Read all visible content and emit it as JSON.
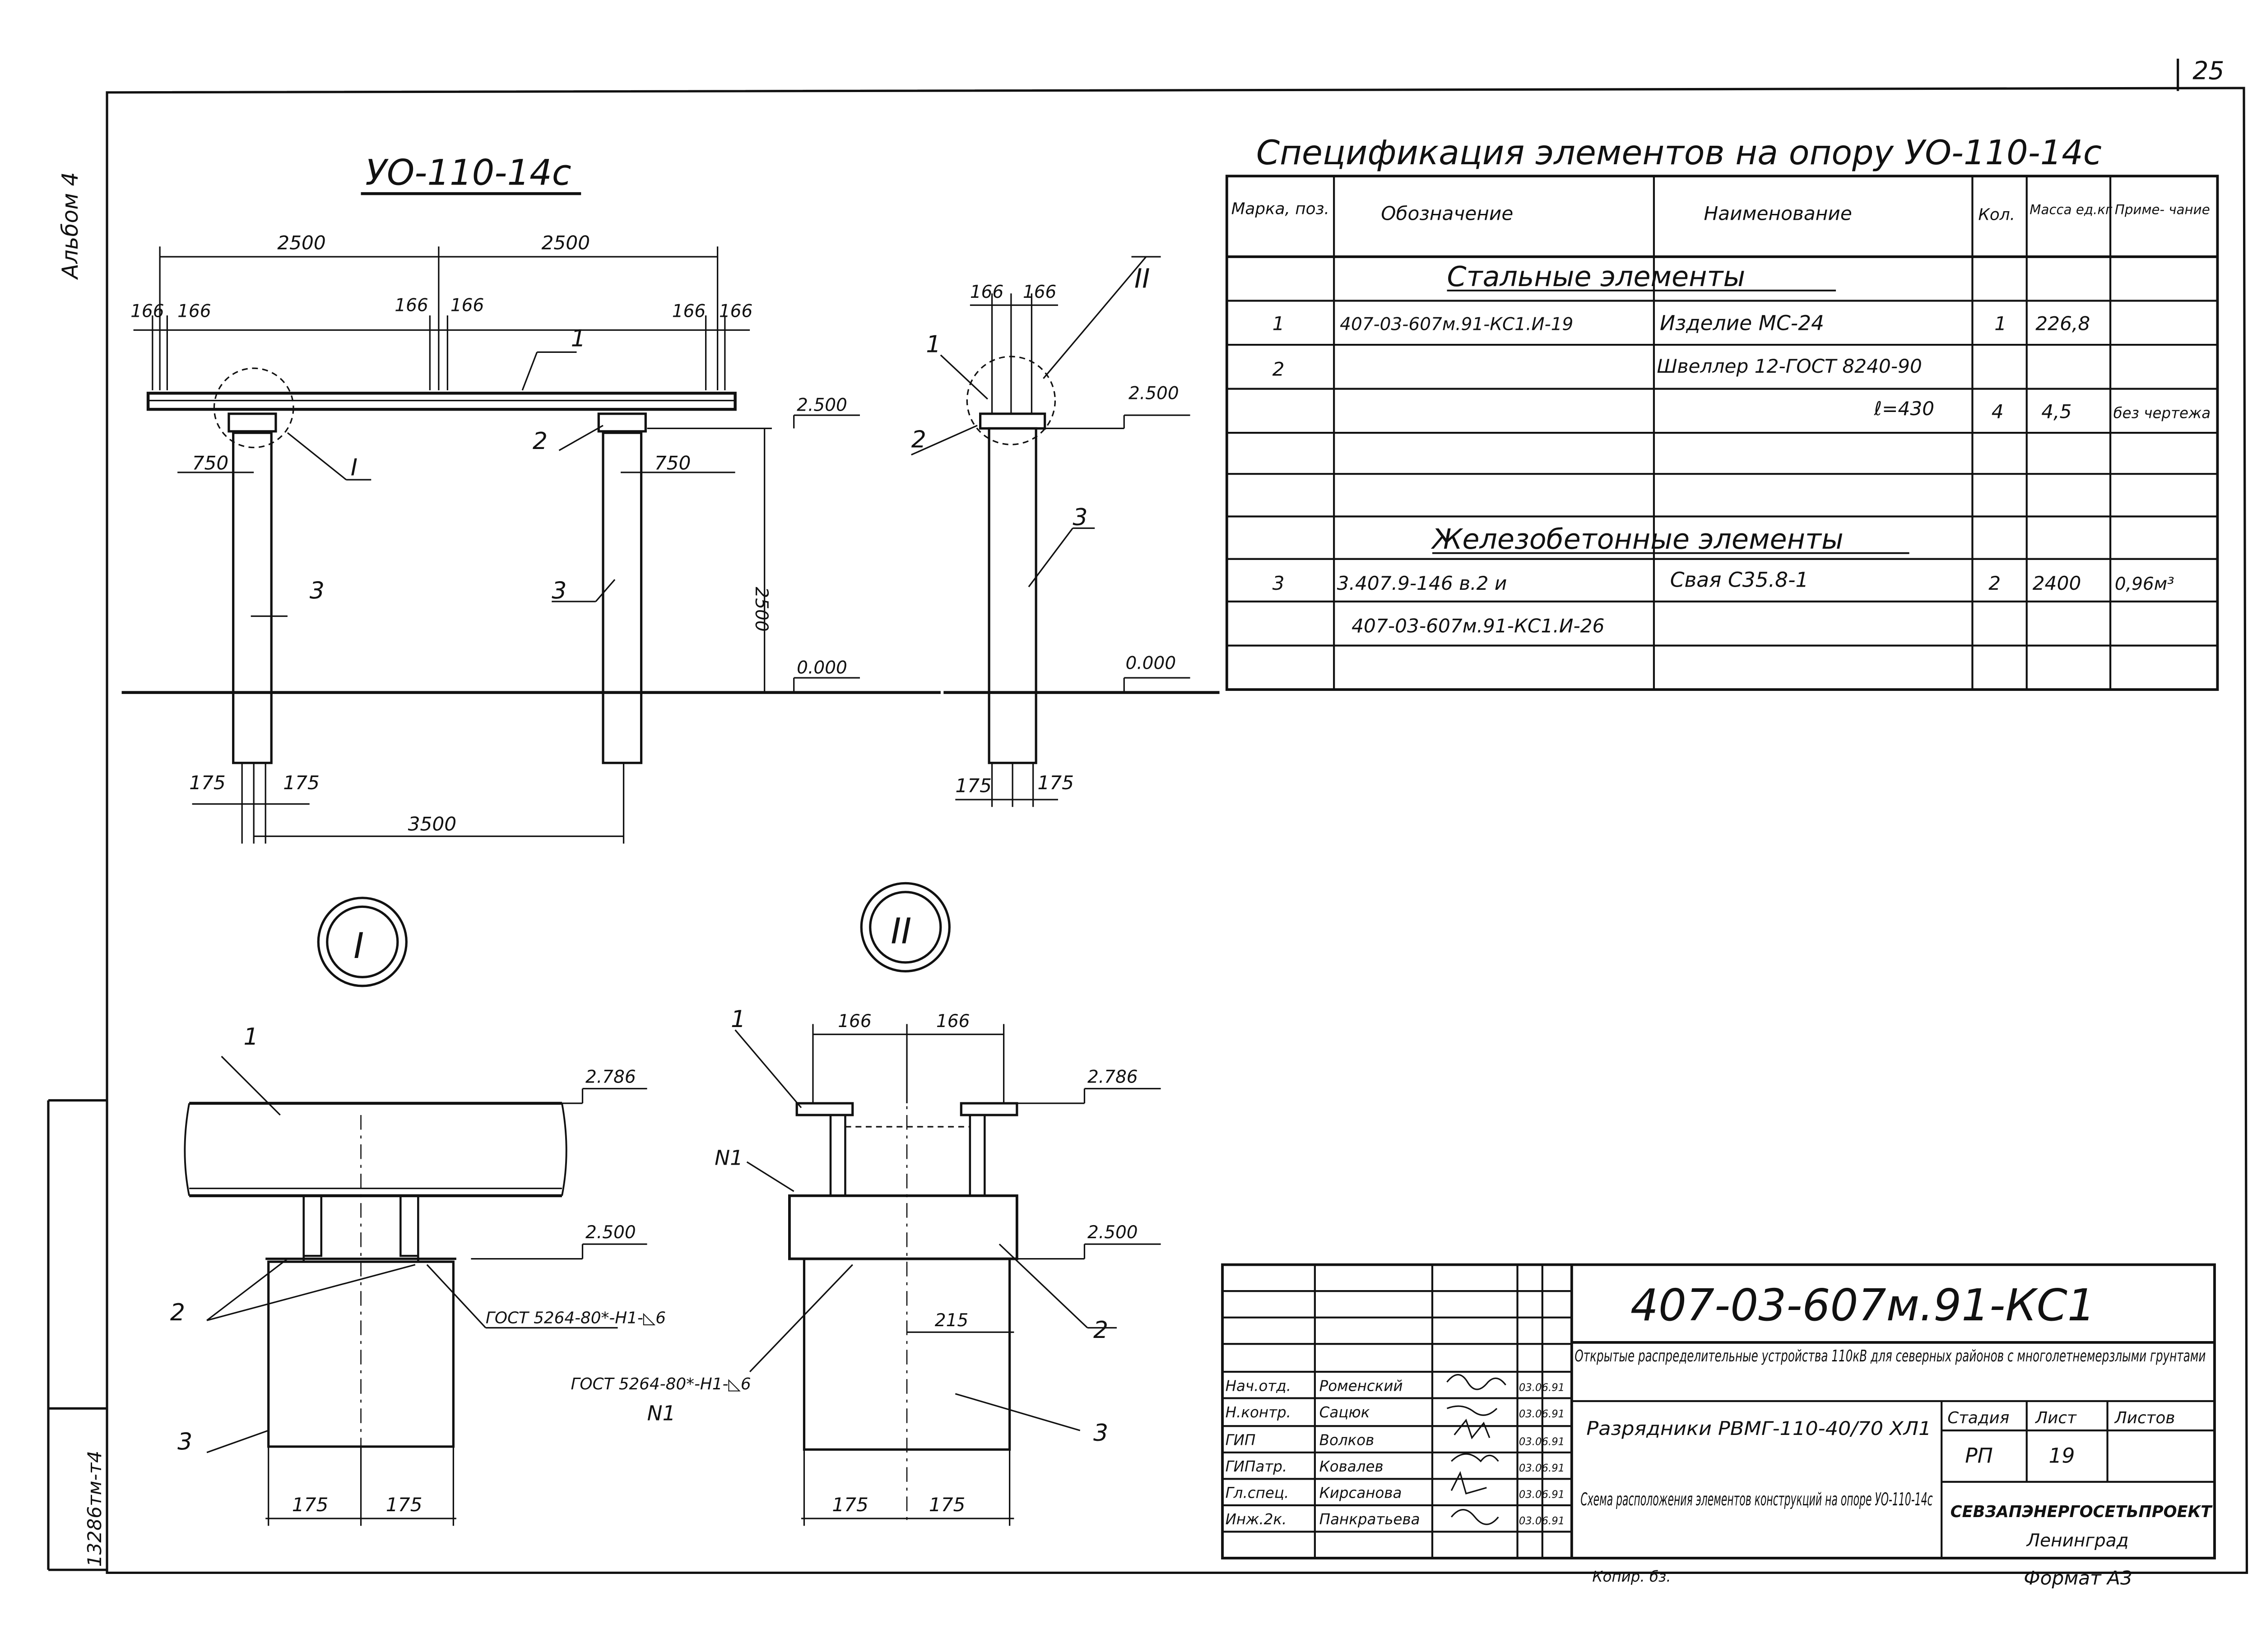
{
  "page_number": "25",
  "album_label": "Альбом 4",
  "side_stamp": "13286тм-т4",
  "main_view": {
    "title": "УО-110-14с",
    "dims": {
      "span_left": "2500",
      "span_right": "2500",
      "pitch_1": "166",
      "pitch_2": "166",
      "pitch_3": "166",
      "pitch_4": "166",
      "pitch_5": "166",
      "pitch_6": "166",
      "overhang_left": "750",
      "overhang_right": "750",
      "height": "2500",
      "pile_a": "175",
      "pile_b": "175",
      "base": "3500"
    },
    "levels": {
      "top": "2.500",
      "ground": "0.000"
    },
    "marks": {
      "m1": "1",
      "m2": "2",
      "m3a": "3",
      "m3b": "3",
      "callout": "I"
    }
  },
  "side_view": {
    "dims": {
      "pitch_a": "166",
      "pitch_b": "166",
      "pile_a": "175",
      "pile_b": "175"
    },
    "levels": {
      "top": "2.500",
      "ground": "0.000"
    },
    "marks": {
      "m1": "1",
      "m2": "2",
      "m3": "3",
      "callout": "II"
    }
  },
  "detail_1": {
    "label": "I",
    "levels": {
      "top": "2.786",
      "mid": "2.500"
    },
    "weld_note": "ГОСТ 5264-80*-Н1-◺6",
    "marks": {
      "m1": "1",
      "m2": "2",
      "m3": "3"
    },
    "dims": {
      "a": "175",
      "b": "175"
    }
  },
  "detail_2": {
    "label": "II",
    "levels": {
      "top": "2.786",
      "mid": "2.500"
    },
    "weld_note": "ГОСТ 5264-80*-Н1-◺6",
    "weld_mark": "N1",
    "weld_mark_2": "N1",
    "marks": {
      "m1": "1",
      "m2": "2",
      "m3": "3"
    },
    "dims": {
      "top_a": "166",
      "top_b": "166",
      "offset": "215",
      "a": "175",
      "b": "175"
    }
  },
  "spec": {
    "title": "Спецификация элементов на опору УО-110-14с",
    "headers": [
      "Марка, поз.",
      "Обозначение",
      "Наименование",
      "Кол.",
      "Масса ед.кг",
      "Приме- чание"
    ],
    "section_steel": "Стальные элементы",
    "section_concrete": "Железобетонные элементы",
    "rows": [
      {
        "mark": "1",
        "desig": "407-03-607м.91-КС1.И-19",
        "name": "Изделие МС-24",
        "qty": "1",
        "mass": "226,8",
        "note": ""
      },
      {
        "mark": "2",
        "desig": "",
        "name": "Швеллер 12-ГОСТ 8240-90",
        "qty": "",
        "mass": "",
        "note": ""
      },
      {
        "mark": "",
        "desig": "",
        "name": "ℓ=430",
        "qty": "4",
        "mass": "4,5",
        "note": "без чертежа"
      },
      {
        "mark": "3",
        "desig": "3.407.9-146 в.2 и",
        "name": "Свая С35.8-1",
        "qty": "2",
        "mass": "2400",
        "note": "0,96м³"
      },
      {
        "mark": "",
        "desig": "407-03-607м.91-КС1.И-26",
        "name": "",
        "qty": "",
        "mass": "",
        "note": ""
      }
    ]
  },
  "title_block": {
    "code": "407-03-607м.91-КС1",
    "project": "Открытые распределительные устройства 110кВ для северных районов с многолетнемерзлыми грунтами",
    "object": "Разрядники РВМГ-110-40/70 ХЛ1",
    "sheet_title": "Схема расположения элементов конструкций на опоре УО-110-14с",
    "stage_label": "Стадия",
    "sheet_label": "Лист",
    "sheets_label": "Листов",
    "stage": "РП",
    "sheet": "19",
    "sheets": "",
    "org": "СЕВЗАПЭНЕРГОСЕТЬПРОЕКТ",
    "city": "Ленинград",
    "people": [
      {
        "role": "Нач.отд.",
        "name": "Роменский",
        "date": "03.06.91"
      },
      {
        "role": "Н.контр.",
        "name": "Сацюк",
        "date": "03.06.91"
      },
      {
        "role": "ГИП",
        "name": "Волков",
        "date": "03.06.91"
      },
      {
        "role": "ГИПатр.",
        "name": "Ковалев",
        "date": "03.06.91"
      },
      {
        "role": "Гл.спец.",
        "name": "Кирсанова",
        "date": "03.06.91"
      },
      {
        "role": "Инж.2к.",
        "name": "Панкратьева",
        "date": "03.06.91"
      }
    ],
    "copied": "Копир. бз.",
    "format": "Формат А3"
  }
}
